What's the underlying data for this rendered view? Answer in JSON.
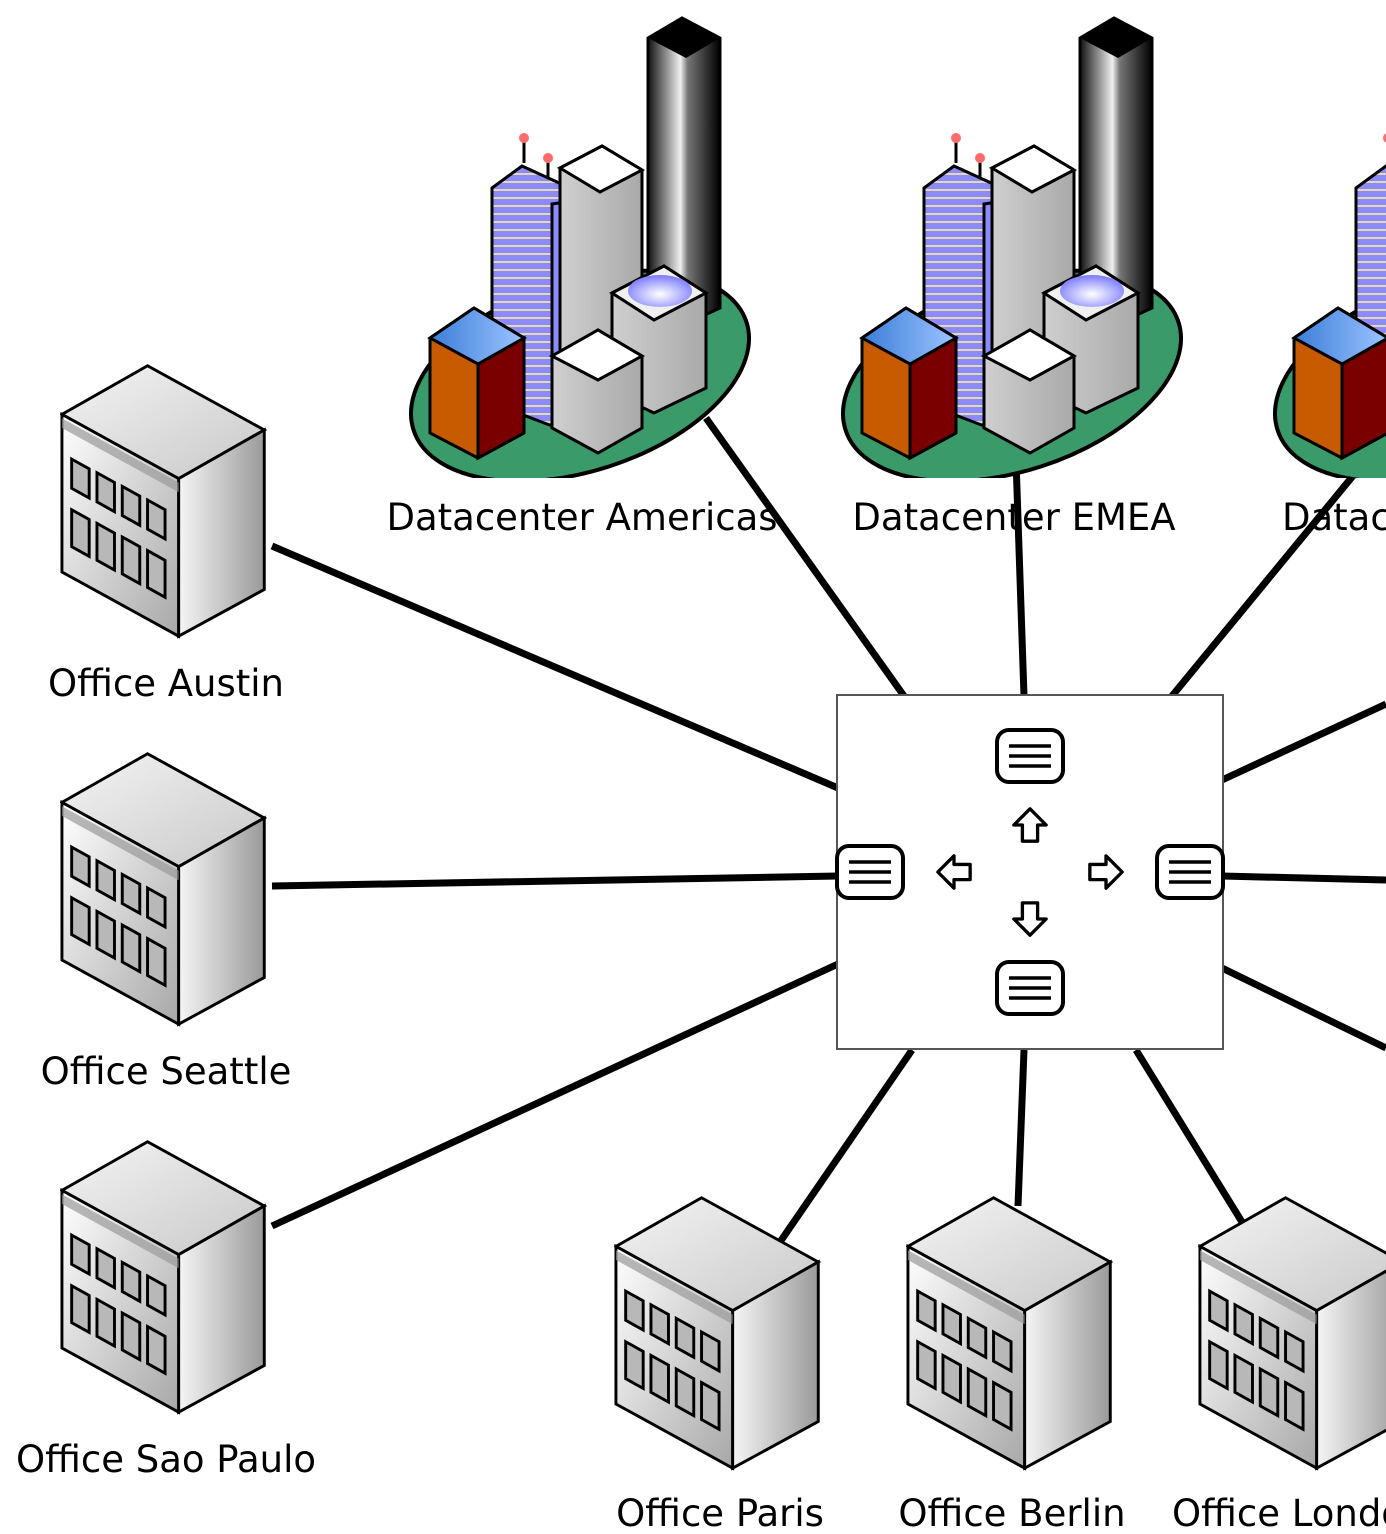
{
  "datacenters": [
    {
      "label": "Datacenter Americas",
      "icon": "city-datacenter-icon"
    },
    {
      "label": "Datacenter EMEA",
      "icon": "city-datacenter-icon"
    },
    {
      "label": "Datacenter",
      "icon": "city-datacenter-icon"
    }
  ],
  "offices_left": [
    {
      "label": "Office Austin",
      "icon": "office-building-icon"
    },
    {
      "label": "Office Seattle",
      "icon": "office-building-icon"
    },
    {
      "label": "Office Sao Paulo",
      "icon": "office-building-icon"
    }
  ],
  "offices_bottom": [
    {
      "label": "Office Paris",
      "icon": "office-building-icon"
    },
    {
      "label": "Office Berlin",
      "icon": "office-building-icon"
    },
    {
      "label": "Office London",
      "icon": "office-building-icon"
    }
  ],
  "hub": {
    "icon": "network-switch-icon"
  },
  "colors": {
    "line": "#000000",
    "ground": "#3a9a6a",
    "tower_blue": "#8b8bff",
    "block_orange": "#c85a00",
    "block_red": "#7a0000",
    "building_gray": "#d8d8d8"
  }
}
